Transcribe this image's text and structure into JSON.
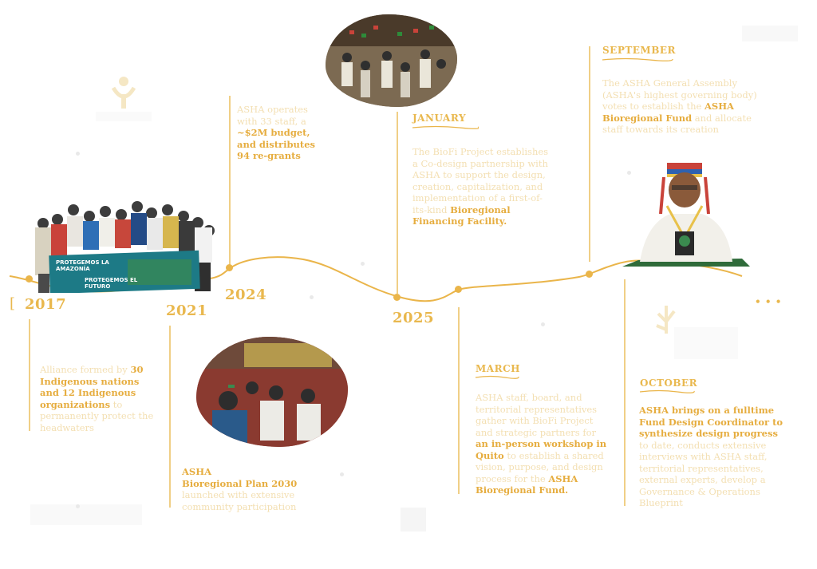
{
  "years": [
    "2017",
    "2021",
    "2024",
    "2025"
  ],
  "bracket": "[",
  "more": "• • •",
  "photo1": {
    "banner1": "PROTEGEMOS LA AMAZONÍA",
    "banner2": "PROTEGEMOS EL FUTURO"
  },
  "e2017": {
    "pre": "Alliance formed by",
    "bold": "30 Indigenous nations and 12 Indigenous organizations",
    "post": "to permanently protect the headwaters"
  },
  "e2021": {
    "bold1": "ASHA",
    "bold2": "Bioregional Plan 2030",
    "post": "launched with extensive community participation"
  },
  "e2024": {
    "pre": "ASHA operates with 33 staff, a",
    "bold": "~$2M budget, and distributes 94 re-grants"
  },
  "jan": {
    "month": "JANUARY",
    "pre": "The BioFi Project establishes a Co-design partnership with ASHA to support the design, creation, capitalization, and implementation of a first-of-its-kind",
    "bold": "Bioregional Financing Facility."
  },
  "sep": {
    "month": "SEPTEMBER",
    "pre": "The ASHA General Assembly (ASHA's highest governing body) votes to establish the",
    "bold": "ASHA Bioregional Fund",
    "post": "and allocate staff towards its creation"
  },
  "mar": {
    "month": "MARCH",
    "pre": "ASHA staff, board, and territorial representatives gather with BioFi Project and strategic partners for",
    "bold1": "an in-person workshop in Quito",
    "mid": "to establish a shared vision, purpose, and design process for the",
    "bold2": "ASHA Bioregional Fund."
  },
  "oct": {
    "month": "OCTOBER",
    "bold": "ASHA brings on a fulltime Fund Design Coordinator to synthesize design progress",
    "post": "to date, conducts extensive interviews with ASHA staff, territorial representatives, external experts, develop a Governance & Operations Blueprint"
  },
  "colors": {
    "accent": "#e9b84e",
    "light_text": "#f3dfb2",
    "bold_text": "#e6ad3f"
  }
}
